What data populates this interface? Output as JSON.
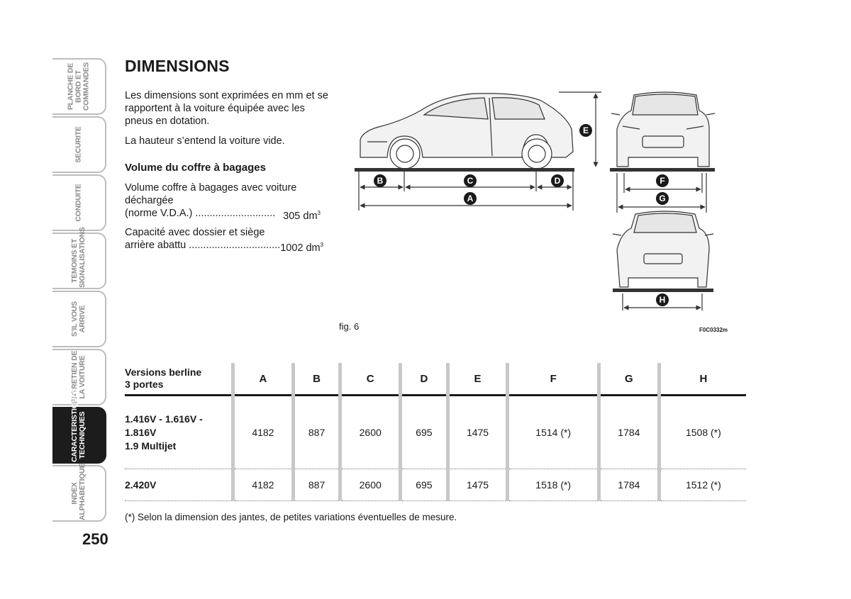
{
  "sidetabs": [
    {
      "label": "PLANCHE DE\nBORD ET\nCOMMANDES",
      "active": false
    },
    {
      "label": "SECURITE",
      "active": false
    },
    {
      "label": "CONDUITE",
      "active": false
    },
    {
      "label": "TEMOINS ET\nSIGNALISATIONS",
      "active": false
    },
    {
      "label": "S’IL VOUS\nARRIVE",
      "active": false
    },
    {
      "label": "ENTRETIEN DE\nLA VOITURE",
      "active": false
    },
    {
      "label": "CARACTERISTIQUES\nTECHNIQUES",
      "active": true
    },
    {
      "label": "INDEX\nALPHABETIQUE",
      "active": false
    }
  ],
  "page_number": "250",
  "title": "DIMENSIONS",
  "intro": "Les dimensions sont exprimées en mm et se rapportent à la voiture équipée avec les pneus en dotation.",
  "height_note": "La hauteur s’entend la voiture vide.",
  "luggage": {
    "heading": "Volume du coffre à bagages",
    "line1": "Volume coffre à bagages avec voiture",
    "line2": "déchargée",
    "line3_label": "(norme V.D.A.) ............................",
    "line3_value": "305 dm",
    "line4": "Capacité avec dossier et siège",
    "line5_label": "arrière abattu ................................",
    "line5_value": "1002 dm",
    "unit_exponent": "3"
  },
  "figure": {
    "caption": "fig. 6",
    "code": "F0C0332m",
    "markers": [
      "A",
      "B",
      "C",
      "D",
      "E",
      "F",
      "G",
      "H"
    ]
  },
  "table": {
    "header_first": "Versions berline\n3 portes",
    "columns": [
      "A",
      "B",
      "C",
      "D",
      "E",
      "F",
      "G",
      "H"
    ],
    "rows": [
      {
        "version": "1.416V - 1.616V -\n1.816V\n1.9 Multijet",
        "values": [
          "4182",
          "887",
          "2600",
          "695",
          "1475",
          "1514 (*)",
          "1784",
          "1508 (*)"
        ]
      },
      {
        "version": "2.420V",
        "values": [
          "4182",
          "887",
          "2600",
          "695",
          "1475",
          "1518 (*)",
          "1784",
          "1512 (*)"
        ]
      }
    ]
  },
  "footnote": "(*) Selon la dimension des jantes, de petites variations éventuelles de mesure."
}
